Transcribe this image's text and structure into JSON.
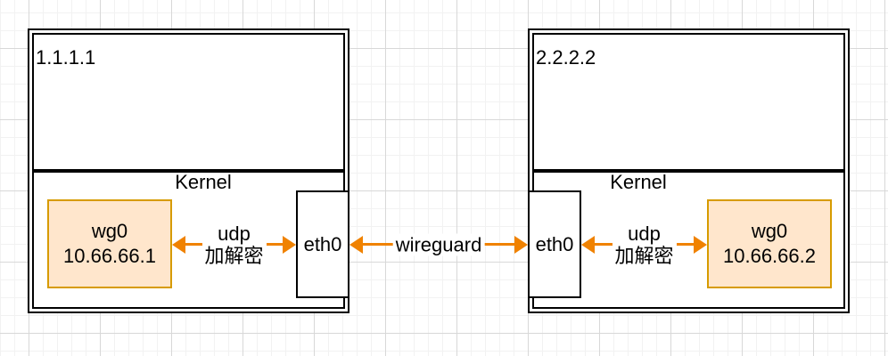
{
  "diagram": {
    "hosts": [
      {
        "ip": "1.1.1.1",
        "kernel_label": "Kernel",
        "wg": {
          "name": "wg0",
          "address": "10.66.66.1"
        },
        "eth": {
          "name": "eth0"
        }
      },
      {
        "ip": "2.2.2.2",
        "kernel_label": "Kernel",
        "wg": {
          "name": "wg0",
          "address": "10.66.66.2"
        },
        "eth": {
          "name": "eth0"
        }
      }
    ],
    "arrows": {
      "udp_left": {
        "line1": "udp",
        "line2": "加解密"
      },
      "wireguard": {
        "label": "wireguard"
      },
      "udp_right": {
        "line1": "udp",
        "line2": "加解密"
      }
    },
    "colors": {
      "arrow": "#F08200",
      "wg_fill": "#FFE6CC",
      "wg_border": "#D79B00",
      "box_border": "#000000",
      "grid_minor": "#F2F2F2",
      "grid_major": "#D8D8D8"
    }
  }
}
